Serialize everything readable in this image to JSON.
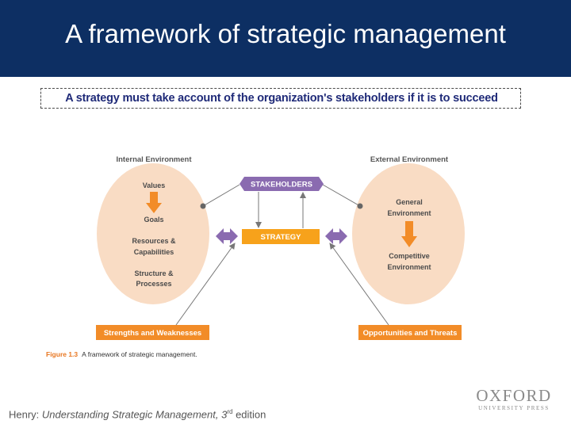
{
  "slide": {
    "title": "A framework of strategic management",
    "subtitle": "A strategy must take account of  the organization's stakeholders if it is to succeed"
  },
  "diagram": {
    "internal_label": "Internal Environment",
    "external_label": "External Environment",
    "stakeholders_label": "STAKEHOLDERS",
    "strategy_label": "STRATEGY",
    "values_label": "Values",
    "goals_label": "Goals",
    "resources_line1": "Resources &",
    "resources_line2": "Capabilities",
    "structure_line1": "Structure &",
    "structure_line2": "Processes",
    "general_line1": "General",
    "general_line2": "Environment",
    "competitive_line1": "Competitive",
    "competitive_line2": "Environment",
    "strengths_label": "Strengths and Weaknesses",
    "opportunities_label": "Opportunities and Threats",
    "figure_number": "Figure 1.3",
    "figure_caption": "A framework of strategic management."
  },
  "footer": {
    "author": "Henry: ",
    "book": "Understanding Strategic Management, 3",
    "superscript": "rd",
    "edition": " edition"
  },
  "logo": {
    "main": "OXFORD",
    "sub": "UNIVERSITY PRESS"
  },
  "colors": {
    "title_bar": "#0d2f63",
    "ellipse": "#f9dcc4",
    "orange": "#f28c28",
    "purple": "#8a6bb0",
    "subtitle_text": "#1f2a78"
  }
}
